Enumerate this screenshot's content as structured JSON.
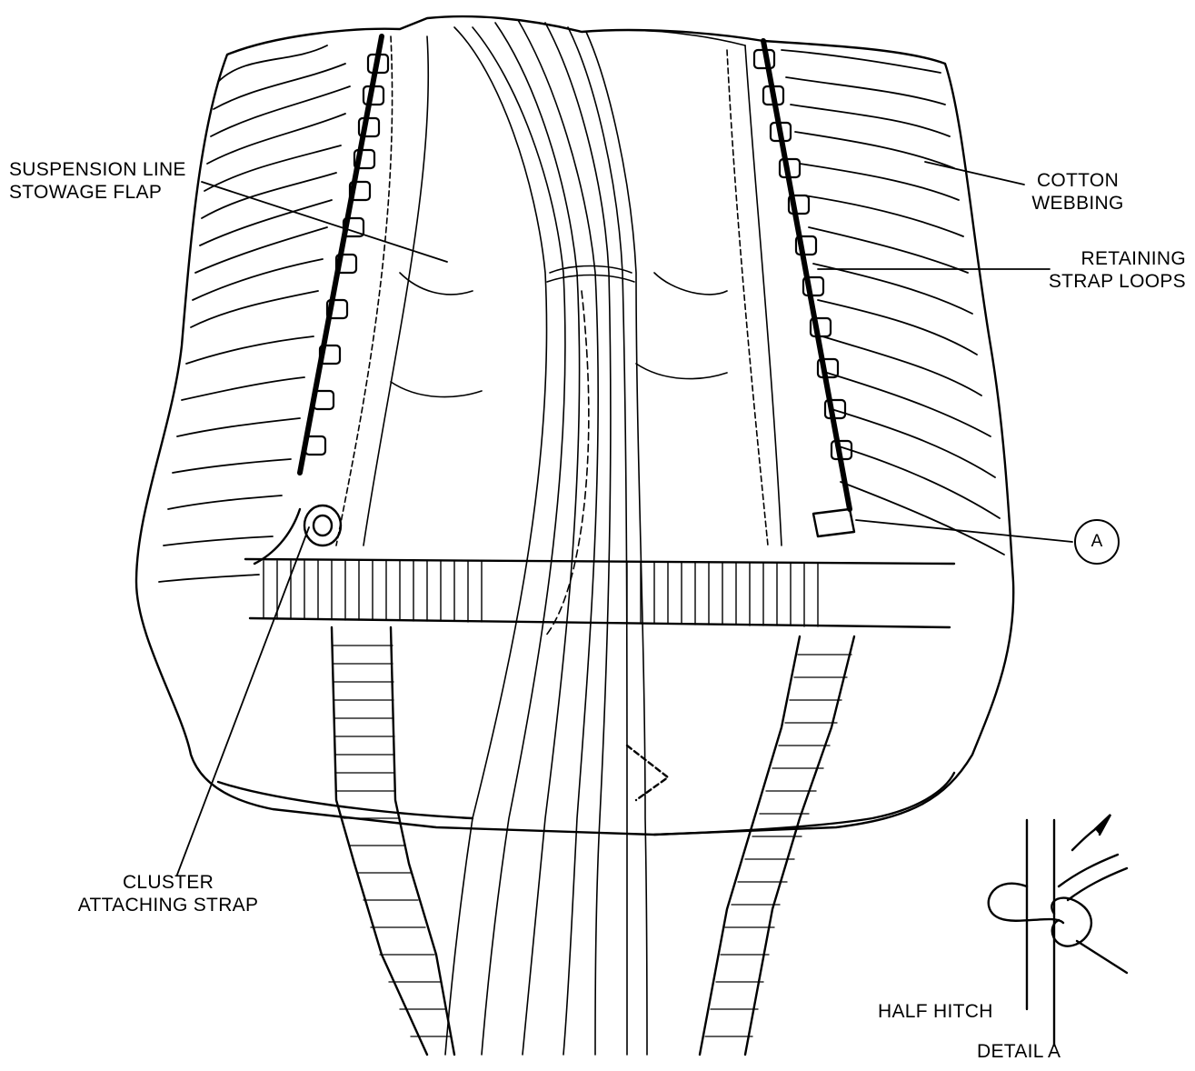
{
  "labels": {
    "suspension_line_1": "SUSPENSION LINE",
    "suspension_line_2": "STOWAGE FLAP",
    "cotton_1": "COTTON",
    "cotton_2": "WEBBING",
    "retaining_1": "RETAINING",
    "retaining_2": "STRAP LOOPS",
    "detail_marker": "A",
    "cluster_1": "CLUSTER",
    "cluster_2": "ATTACHING STRAP",
    "half_hitch": "HALF HITCH",
    "detail_a": "DETAIL A"
  },
  "colors": {
    "ink": "#000000",
    "paper": "#ffffff"
  }
}
